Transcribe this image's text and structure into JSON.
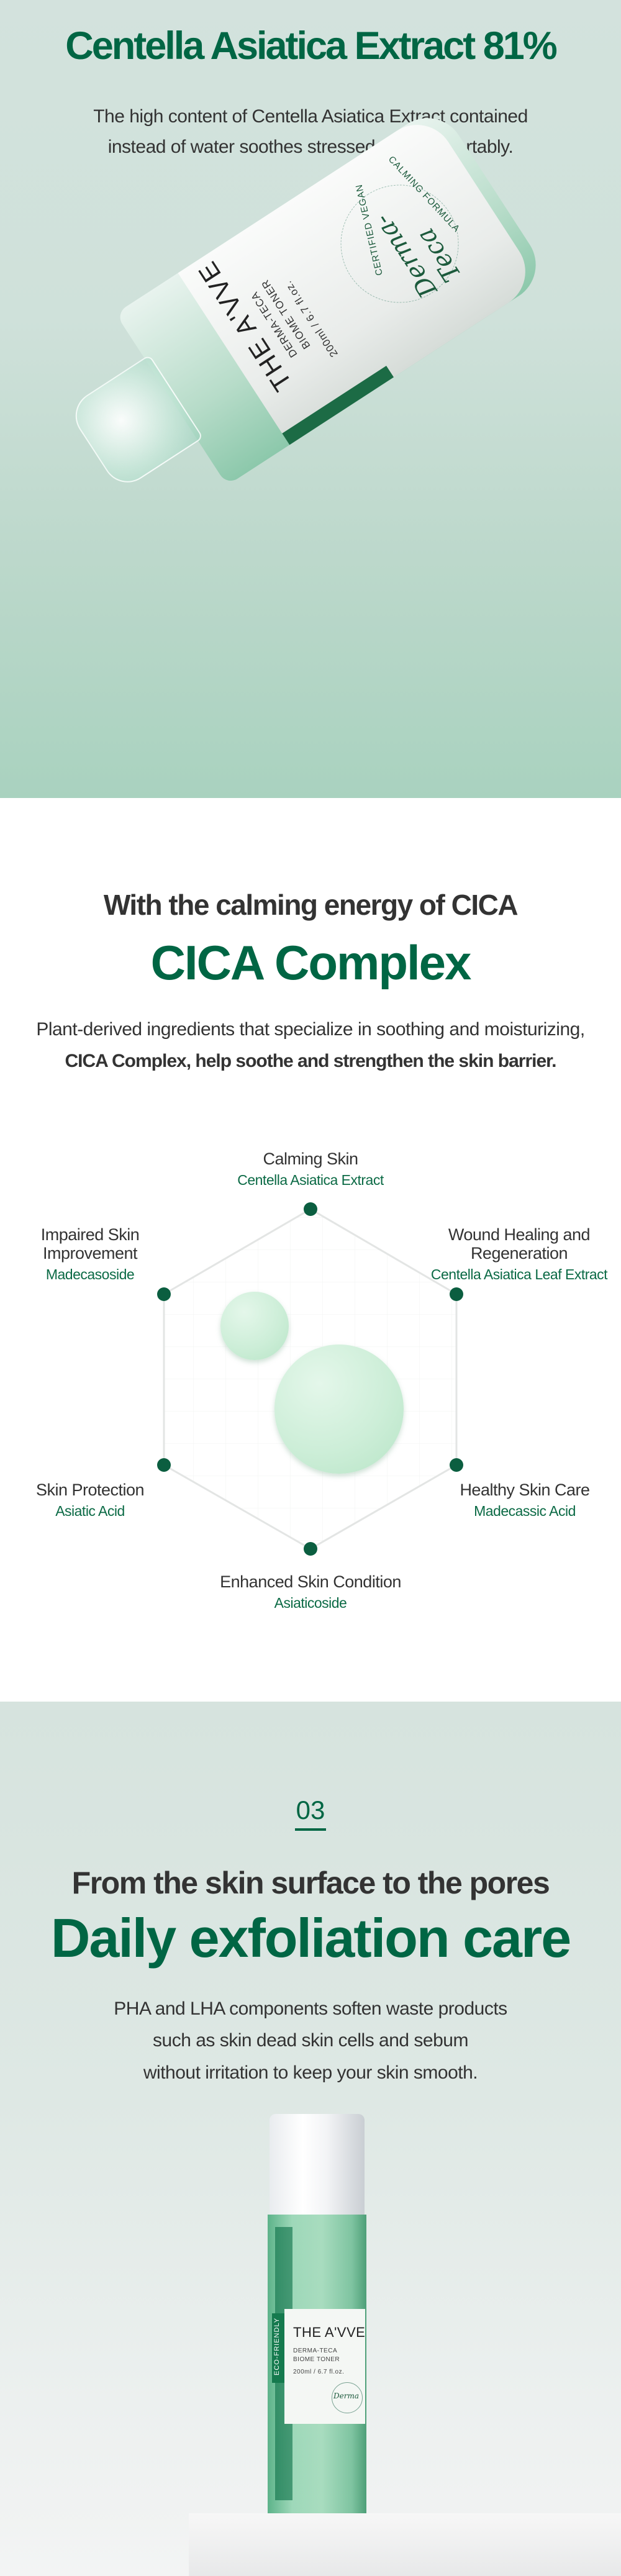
{
  "section1": {
    "title": "Centella Asiatica Extract 81%",
    "desc_lines": [
      "The high content of Centella Asiatica Extract contained",
      "instead of water soothes stressed skin comfortably."
    ],
    "bottle_label": {
      "brand": "THE A'VVE",
      "line1": "DERMA-TECA",
      "line2": "BIOME TONER",
      "volume": "200ml / 6.7 fl.oz.",
      "seal_top": "CERTIFIED VEGAN",
      "seal_bottom": "CALMING FORMULA",
      "script": "Derma-Teca"
    }
  },
  "section2": {
    "subtitle": "With the calming energy of CICA",
    "title": "CICA Complex",
    "desc_line1": "Plant-derived ingredients that specialize in soothing and moisturizing,",
    "desc_line2": "CICA Complex, help soothe and strengthen the skin barrier.",
    "diagram": {
      "top": {
        "title": "Calming Skin",
        "ingredient": "Centella Asiatica Extract"
      },
      "upper_left": {
        "title": "Impaired Skin Improvement",
        "ingredient": "Madecasoside"
      },
      "upper_right": {
        "title": "Wound Healing and Regeneration",
        "ingredient": "Centella Asiatica Leaf Extract"
      },
      "lower_left": {
        "title": "Skin Protection",
        "ingredient": "Asiatic Acid"
      },
      "lower_right": {
        "title": "Healthy Skin Care",
        "ingredient": "Madecassic Acid"
      },
      "bottom": {
        "title": "Enhanced Skin Condition",
        "ingredient": "Asiaticoside"
      }
    }
  },
  "section3": {
    "number": "03",
    "subtitle": "From the skin surface to the pores",
    "title": "Daily exfoliation care",
    "desc_lines": [
      "PHA and LHA components soften waste products",
      "such as skin dead skin cells and sebum",
      "without irritation to keep your skin smooth."
    ],
    "bottle_label": {
      "side": "ECO-FRIENDLY",
      "brand": "THE A'VVE",
      "line1": "DERMA-TECA",
      "line2": "BIOME TONER",
      "volume": "200ml / 6.7 fl.oz.",
      "script": "Derma"
    }
  },
  "colors": {
    "brand_green": "#006644",
    "text": "#333333",
    "dot": "#0b5e40"
  }
}
